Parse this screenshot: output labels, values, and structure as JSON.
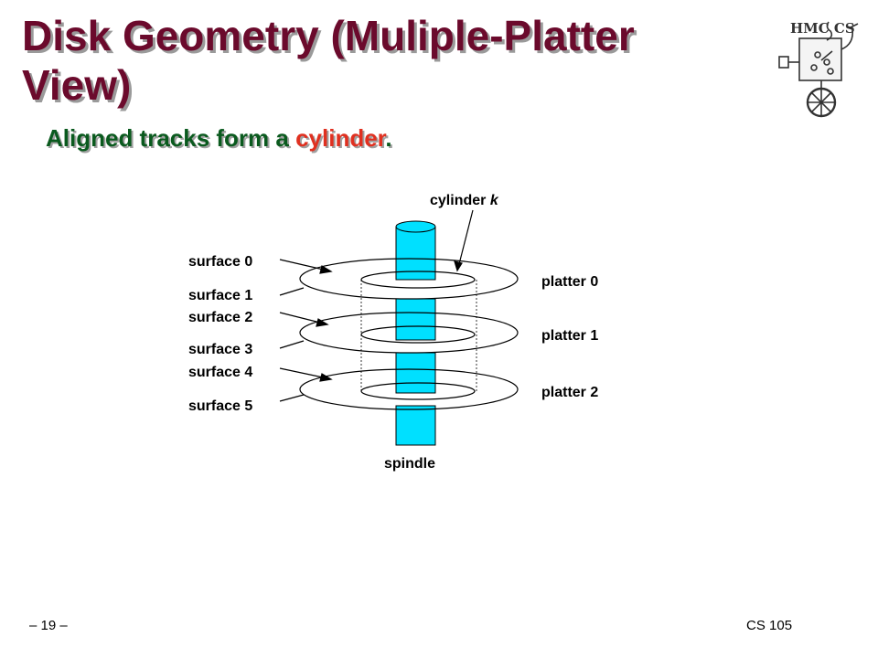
{
  "slide": {
    "title": "Disk Geometry (Muliple-Platter View)",
    "subtitle_prefix": "Aligned tracks form a ",
    "subtitle_highlight": "cylinder",
    "subtitle_suffix": ".",
    "highlight_color": "#e03020"
  },
  "logo": {
    "text": "HMC CS",
    "icon": "hmc-cs-robot-logo"
  },
  "diagram": {
    "cylinder_label": "cylinder",
    "cylinder_var": "k",
    "surfaces": [
      "surface 0",
      "surface 1",
      "surface 2",
      "surface 3",
      "surface 4",
      "surface 5"
    ],
    "platters": [
      "platter 0",
      "platter 1",
      "platter 2"
    ],
    "spindle_label": "spindle",
    "spindle_color": "#00e0ff"
  },
  "footer": {
    "page": "– 19 –",
    "course": "CS 105"
  }
}
